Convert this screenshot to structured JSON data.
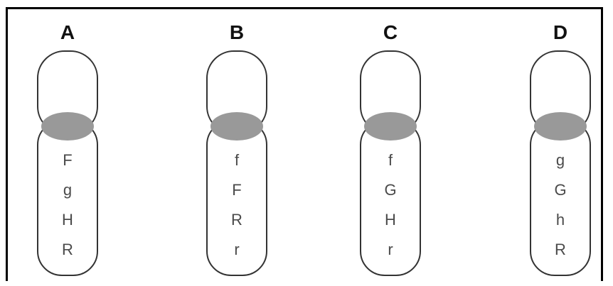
{
  "chromosomes": [
    {
      "label": "A",
      "genes": [
        "F",
        "g",
        "H",
        "R"
      ]
    },
    {
      "label": "B",
      "genes": [
        "f",
        "F",
        "R",
        "r"
      ]
    },
    {
      "label": "C",
      "genes": [
        "f",
        "G",
        "H",
        "r"
      ]
    },
    {
      "label": "D",
      "genes": [
        "g",
        "G",
        "h",
        "R"
      ]
    }
  ],
  "colors": {
    "outline": "#333333",
    "centromere": "#999999",
    "text": "#4a4a4a"
  }
}
